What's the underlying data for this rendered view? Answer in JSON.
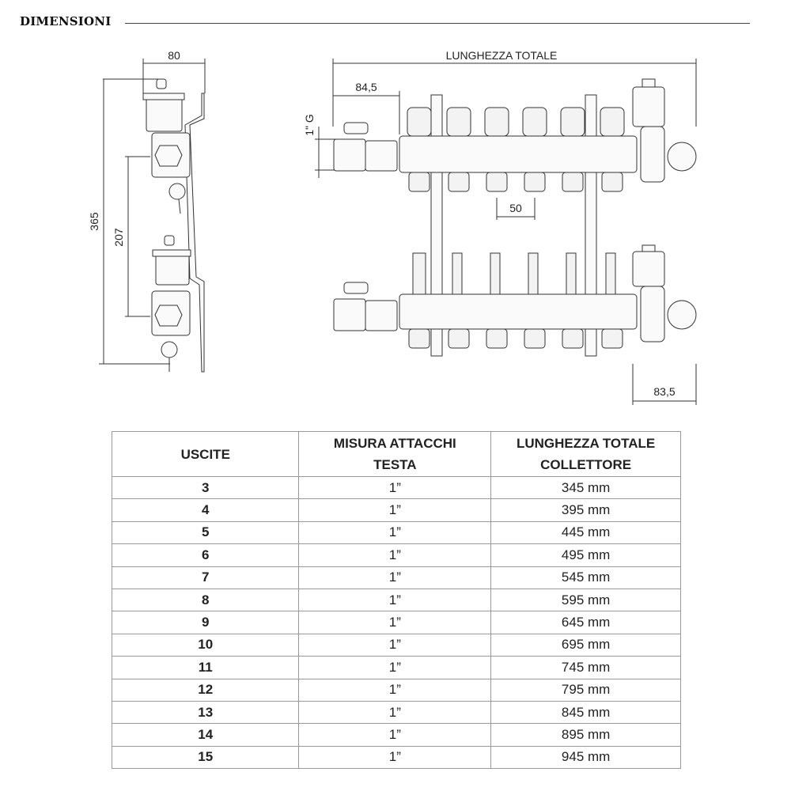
{
  "section_title": "DIMENSIONI",
  "diagram": {
    "side_width": "80",
    "side_height": "365",
    "side_spacing": "207",
    "total_length": "LUNGHEZZA TOTALE",
    "inlet_offset": "84,5",
    "thread": "1\" G",
    "outlet_pitch": "50",
    "end_offset": "83,5"
  },
  "table": {
    "headers": [
      "USCITE",
      "MISURA ATTACCHI TESTA",
      "LUNGHEZZA TOTALE COLLETTORE"
    ],
    "rows": [
      [
        "3",
        "1”",
        "345 mm"
      ],
      [
        "4",
        "1”",
        "395 mm"
      ],
      [
        "5",
        "1”",
        "445 mm"
      ],
      [
        "6",
        "1”",
        "495 mm"
      ],
      [
        "7",
        "1”",
        "545 mm"
      ],
      [
        "8",
        "1”",
        "595 mm"
      ],
      [
        "9",
        "1”",
        "645 mm"
      ],
      [
        "10",
        "1”",
        "695 mm"
      ],
      [
        "11",
        "1”",
        "745 mm"
      ],
      [
        "12",
        "1”",
        "795 mm"
      ],
      [
        "13",
        "1”",
        "845 mm"
      ],
      [
        "14",
        "1”",
        "895 mm"
      ],
      [
        "15",
        "1”",
        "945 mm"
      ]
    ]
  }
}
